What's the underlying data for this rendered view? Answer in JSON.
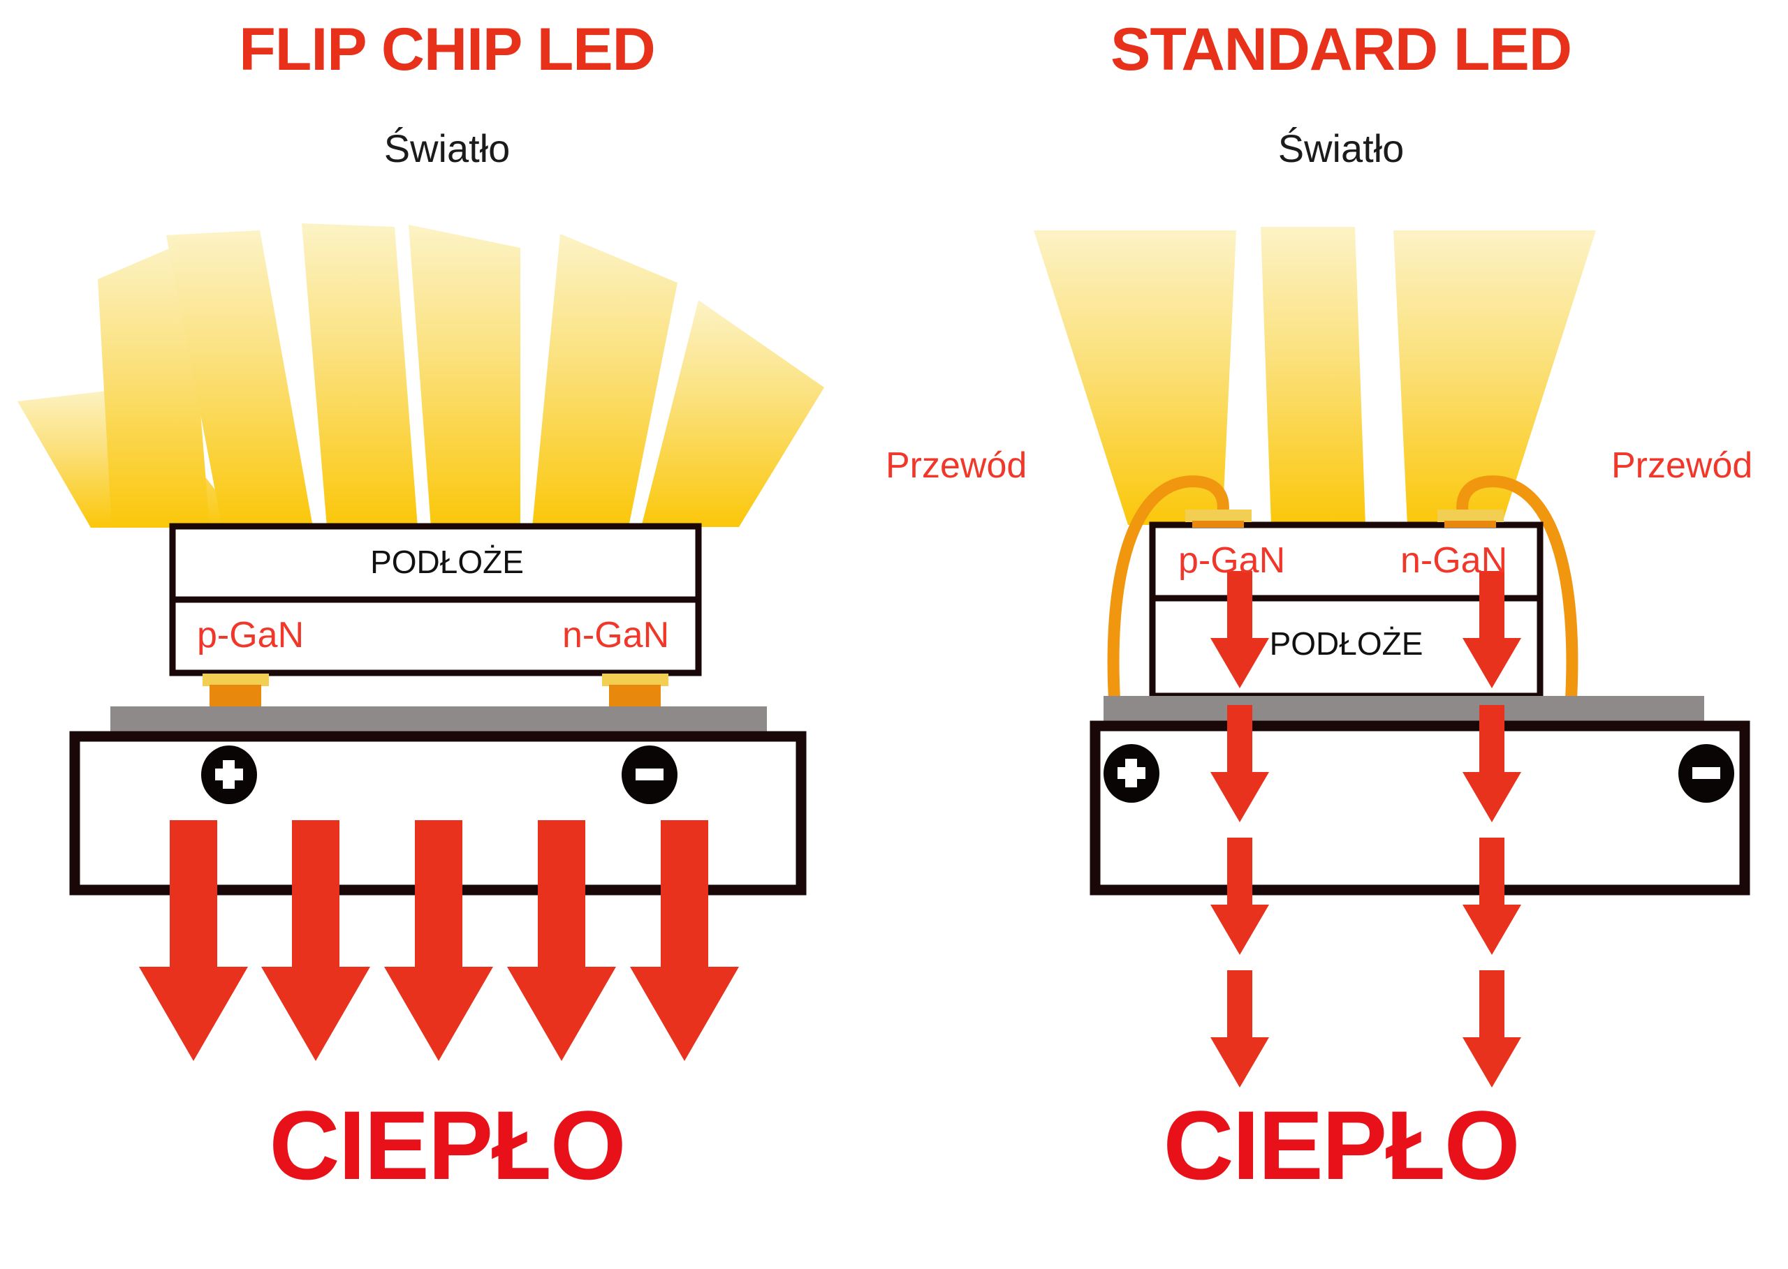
{
  "panels": [
    {
      "id": "flip-chip",
      "title": "FLIP CHIP LED",
      "light_label": "Światło",
      "substrate_label": "PODŁOŻE",
      "p_layer_label": "p-GaN",
      "n_layer_label": "n-GaN",
      "plus_symbol": "+",
      "minus_symbol": "−",
      "heat_label": "CIEPŁO",
      "wire_label": null,
      "heat_arrow_count": 5,
      "light_ray_count": 5,
      "arrow_style": "solid-large"
    },
    {
      "id": "standard",
      "title": "STANDARD LED",
      "light_label": "Światło",
      "substrate_label": "PODŁOŻE",
      "p_layer_label": "p-GaN",
      "n_layer_label": "n-GaN",
      "plus_symbol": "+",
      "minus_symbol": "−",
      "heat_label": "CIEPŁO",
      "wire_label_left": "Przewód",
      "wire_label_right": "Przewód",
      "heat_arrow_count": 2,
      "light_ray_count": 3,
      "arrow_style": "segmented-narrow"
    }
  ],
  "colors": {
    "title_red": "#E8311A",
    "label_red": "#F0372A",
    "heat_red": "#E8111A",
    "arrow_red": "#E8321D",
    "wire_orange": "#F0960F",
    "pad_orange": "#E8890E",
    "pad_gold": "#F2CF52",
    "heatsink_gray": "#8E8A89",
    "outline_black": "#1A0707",
    "light_top": "#FBEFAE",
    "light_bottom": "#FBC90A",
    "text_black": "#1b1b1b",
    "background": "#ffffff"
  }
}
